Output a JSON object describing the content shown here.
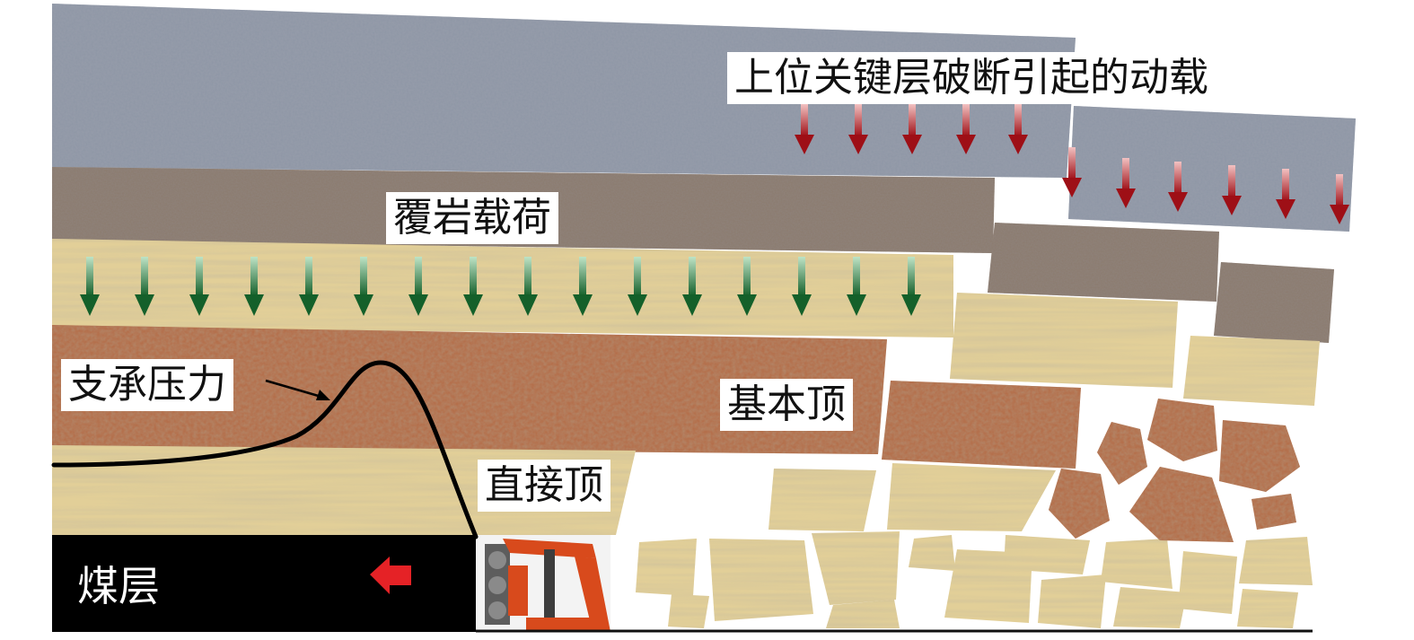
{
  "labels": {
    "dynamic_load": "上位关键层破断引起的动载",
    "overburden_load": "覆岩载荷",
    "abutment_pressure": "支承压力",
    "main_roof": "基本顶",
    "immediate_roof": "直接顶",
    "coal_seam": "煤层"
  },
  "colors": {
    "key_stratum": "#8f97a6",
    "gravel_stratum": "#8c7c70",
    "sand_stratum": "#e2cf98",
    "main_roof_stratum": "#b46f4b",
    "coal": "#000000",
    "dynamic_load_arrow": "#b3141c",
    "overburden_arrow": "#1f7a35",
    "advance_arrow": "#e52226",
    "support": "#d84a1c"
  },
  "icons": {
    "dynamic_load": "down-arrow-icon",
    "overburden_load": "down-arrow-icon",
    "advance_direction": "left-arrow-icon",
    "support": "hydraulic-support-icon"
  }
}
